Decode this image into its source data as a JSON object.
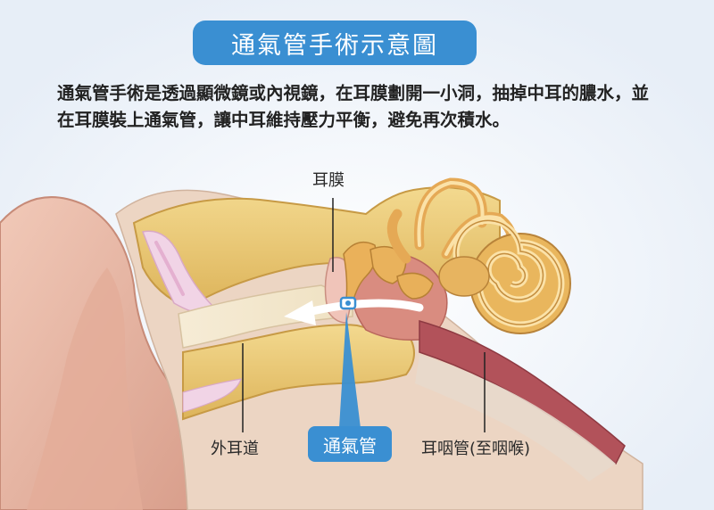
{
  "title": "通氣管手術示意圖",
  "description": "通氣管手術是透過顯微鏡或內視鏡，在耳膜劃開一小洞，抽掉中耳的膿水，並在耳膜裝上通氣管，讓中耳維持壓力平衡，避免再次積水。",
  "labels": {
    "eardrum": "耳膜",
    "ear_canal": "外耳道",
    "ventilation_tube": "通氣管",
    "eustachian_tube": "耳咽管(至咽喉)"
  },
  "colors": {
    "accent": "#3a8fd2",
    "bone": "#e9c46a",
    "tissue": "#c9858a",
    "skin": "#e8b9a8",
    "background": "#eef3f9"
  }
}
